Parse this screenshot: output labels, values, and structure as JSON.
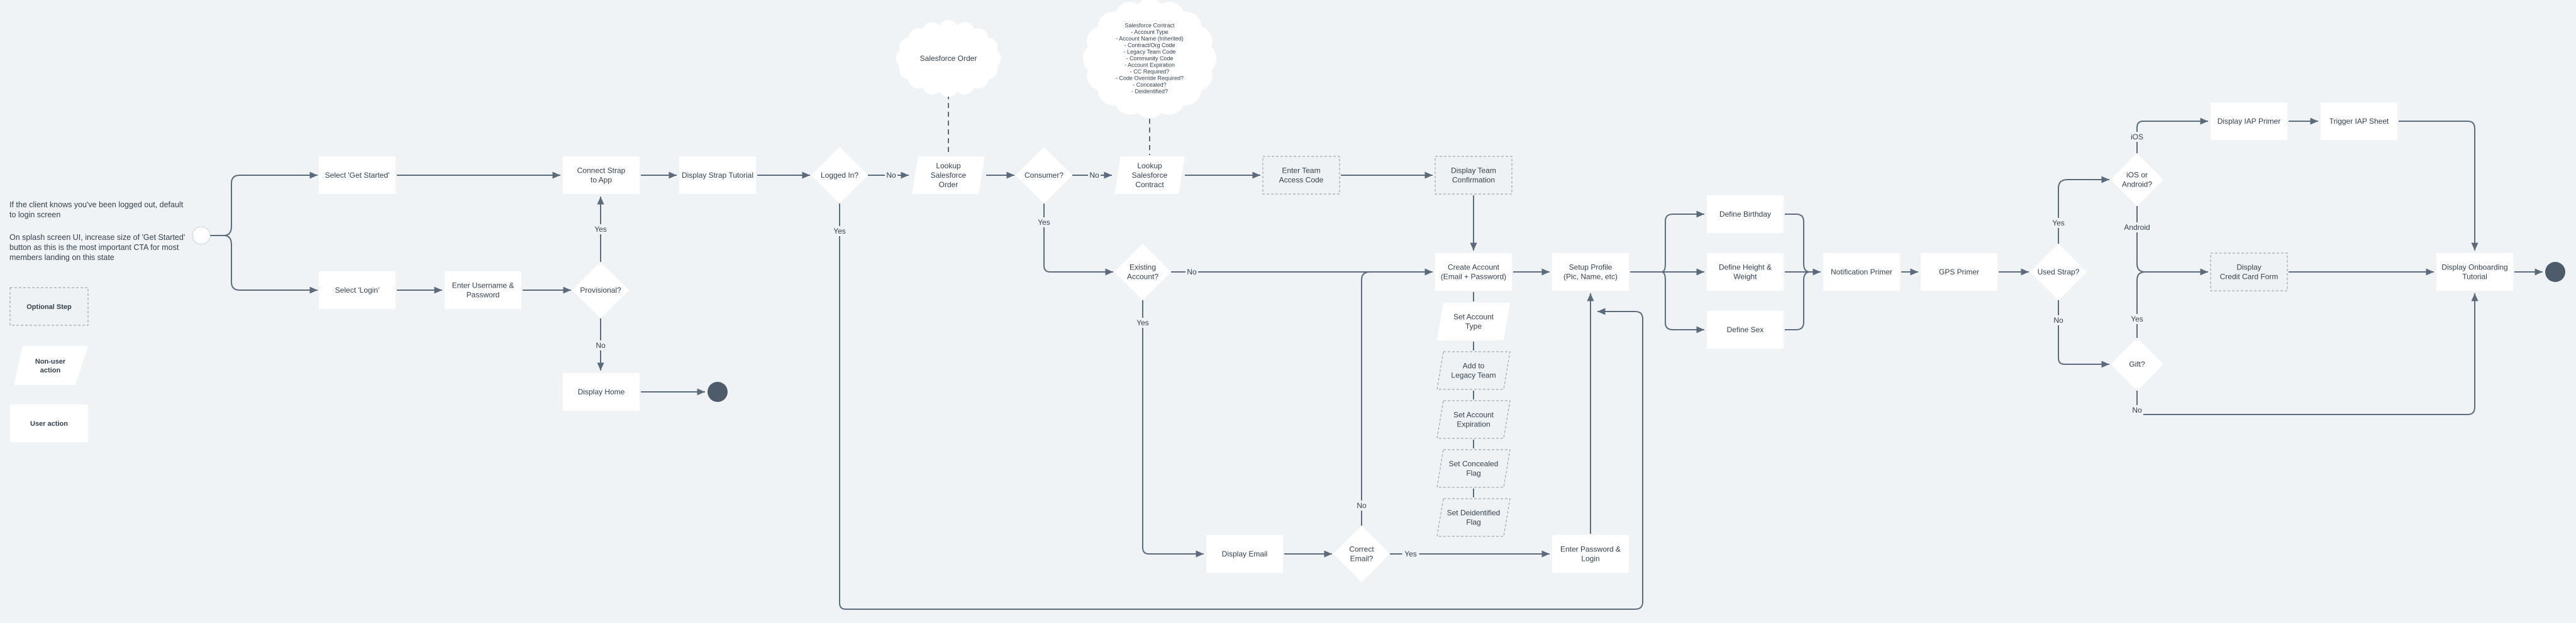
{
  "notes": {
    "p1": "If the client knows you've been logged out, default to login screen",
    "p2": "On splash screen UI, increase size of 'Get Started' button as this is the most important CTA for most members landing on this state"
  },
  "legend": {
    "optional": "Optional Step",
    "nonuser": [
      "Non-user",
      "action"
    ],
    "user": "User action"
  },
  "nodes": {
    "get_started": [
      "Select 'Get Started'"
    ],
    "select_login": [
      "Select 'Login'"
    ],
    "connect_strap": [
      "Connect Strap",
      "to App"
    ],
    "strap_tutorial": [
      "Display Strap Tutorial"
    ],
    "enter_user": [
      "Enter Username &",
      "Password"
    ],
    "provisional": [
      "Provisional?"
    ],
    "display_home": [
      "Display Home"
    ],
    "logged_in": [
      "Logged In?"
    ],
    "lookup_order": [
      "Lookup",
      "Salesforce",
      "Order"
    ],
    "sf_order": [
      "Salesforce Order"
    ],
    "consumer": [
      "Consumer?"
    ],
    "lookup_contract": [
      "Lookup",
      "Salesforce",
      "Contract"
    ],
    "sf_contract": [
      "Salesforce Contract",
      "- Account Type",
      "- Account Name (Inherited)",
      "- Contract/Org Code",
      "- Legacy Team Code",
      "- Community Code",
      "- Account Expiration",
      "- CC Required?",
      "- Code Override Required?",
      "- Concealed?",
      "- Deidentified?"
    ],
    "team_code": [
      "Enter Team",
      "Access Code"
    ],
    "team_confirm": [
      "Display Team",
      "Confirmation"
    ],
    "existing": [
      "Existing",
      "Account?"
    ],
    "create_account": [
      "Create Account",
      "(Email + Password)"
    ],
    "set_type": [
      "Set Account",
      "Type"
    ],
    "add_legacy": [
      "Add to",
      "Legacy Team"
    ],
    "set_expiration": [
      "Set Account",
      "Expiration"
    ],
    "set_concealed": [
      "Set Concealed",
      "Flag"
    ],
    "set_deidentified": [
      "Set Deidentified",
      "Flag"
    ],
    "setup_profile": [
      "Setup Profile",
      "(Pic, Name, etc)"
    ],
    "birthday": [
      "Define Birthday"
    ],
    "height_weight": [
      "Define Height &",
      "Weight"
    ],
    "sex": [
      "Define Sex"
    ],
    "notif_primer": [
      "Notification Primer"
    ],
    "gps_primer": [
      "GPS Primer"
    ],
    "used_strap": [
      "Used Strap?"
    ],
    "ios_android": [
      "iOS or",
      "Android?"
    ],
    "iap_primer": [
      "Display IAP Primer"
    ],
    "iap_sheet": [
      "Trigger IAP Sheet"
    ],
    "cc_form": [
      "Display",
      "Credit Card Form"
    ],
    "gift": [
      "Gift?"
    ],
    "onboarding": [
      "Display Onboarding",
      "Tutorial"
    ],
    "display_email": [
      "Display Email"
    ],
    "correct_email": [
      "Correct",
      "Email?"
    ],
    "enter_pw_login": [
      "Enter Password &",
      "Login"
    ]
  },
  "labels": {
    "yes": "Yes",
    "no": "No",
    "ios": "iOS",
    "android": "Android"
  },
  "colors": {
    "background": "#eff3f6",
    "box": "#ffffff",
    "line": "#5b6b7b",
    "text": "#33414e",
    "terminal": "#4d5b6a"
  }
}
